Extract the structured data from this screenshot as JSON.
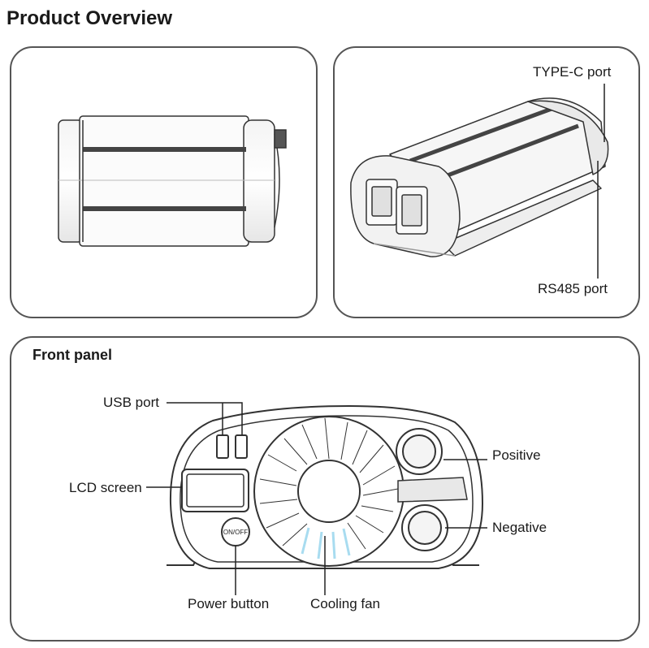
{
  "title": "Product Overview",
  "front_panel": {
    "heading": "Front panel",
    "power_button_text": "ON/OFF"
  },
  "labels": {
    "type_c": "TYPE-C port",
    "rs485": "RS485 port",
    "usb": "USB port",
    "lcd": "LCD screen",
    "positive": "Positive",
    "negative": "Negative",
    "power_button": "Power button",
    "cooling_fan": "Cooling fan"
  },
  "colors": {
    "outline": "#333333",
    "border": "#555555",
    "fan_highlight": "#a8dcf0"
  }
}
